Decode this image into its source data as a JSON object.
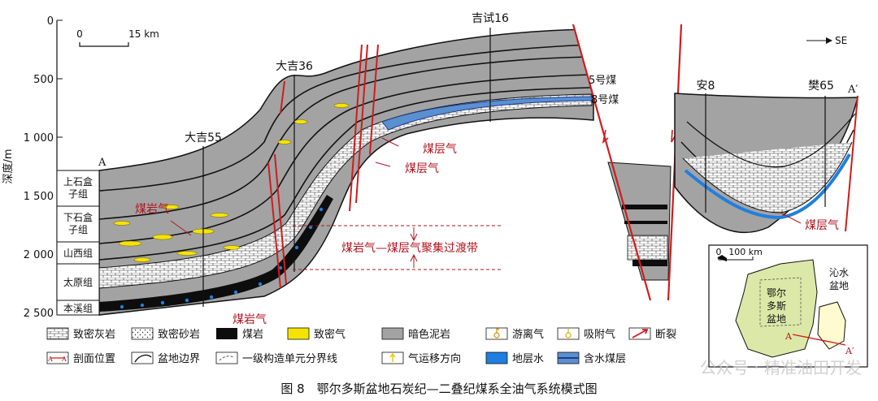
{
  "figure": {
    "caption": "图 8　鄂尔多斯盆地石炭纪—二叠纪煤系全油气系统模式图",
    "watermark": "公众号 · 精准油田开发"
  },
  "axis": {
    "label": "深度/m",
    "ticks": [
      "0",
      "500",
      "1 000",
      "1 500",
      "2 000",
      "2 500"
    ]
  },
  "scale_bar": {
    "start": "0",
    "end": "15 km"
  },
  "direction": "SE",
  "section_ends": {
    "left": "A",
    "right": "A′"
  },
  "formations": [
    "上石盒子组",
    "下石盒子组",
    "山西组",
    "太原组",
    "本溪组"
  ],
  "wells": [
    "大吉55",
    "大吉36",
    "吉试16",
    "安8",
    "樊65"
  ],
  "coal_seams": [
    "5号煤",
    "8号煤"
  ],
  "annotations": {
    "tight_gas_1": "煤岩气",
    "tight_gas_2": "煤岩气",
    "cbm_1": "煤层气",
    "cbm_2": "煤层气",
    "cbm_3": "煤层气",
    "transition": "煤岩气—煤层气聚集过渡带"
  },
  "inset": {
    "scale_start": "0",
    "scale_end": "100 km",
    "basin_name": "鄂尔多斯盆地",
    "basin_lines": [
      "鄂尔",
      "多斯",
      "盆地"
    ],
    "qinshui_lines": [
      "沁水",
      "盆地"
    ],
    "a": "A",
    "a_prime": "A′"
  },
  "legend": [
    {
      "label": "致密灰岩",
      "icon": "brick-pattern"
    },
    {
      "label": "致密砂岩",
      "icon": "dot-pattern"
    },
    {
      "label": "煤岩",
      "icon": "black-fill"
    },
    {
      "label": "致密气",
      "icon": "yellow-fill"
    },
    {
      "label": "暗色泥岩",
      "icon": "gray-fill"
    },
    {
      "label": "游离气",
      "icon": "free-gas-symbol"
    },
    {
      "label": "吸附气",
      "icon": "adsorbed-gas-symbol"
    },
    {
      "label": "断裂",
      "icon": "fault-symbol"
    },
    {
      "label": "剖面位置",
      "icon": "section-line-symbol"
    },
    {
      "label": "盆地边界",
      "icon": "basin-boundary-symbol"
    },
    {
      "label": "一级构造单元分界线",
      "icon": "unit-boundary-symbol"
    },
    {
      "label": "气运移方向",
      "icon": "arrow-up-icon"
    },
    {
      "label": "地层水",
      "icon": "blue-fill"
    },
    {
      "label": "含水煤层",
      "icon": "blue-coal-fill"
    }
  ],
  "legend_section_label": {
    "a": "A",
    "a_prime": "A′"
  },
  "colors": {
    "mudstone": "#a3a3a3",
    "coal": "#0d0d0d",
    "tight_gas": "#f5e400",
    "water": "#1f7fe0",
    "fault": "#d01c1c",
    "annotation": "#b0141e"
  }
}
